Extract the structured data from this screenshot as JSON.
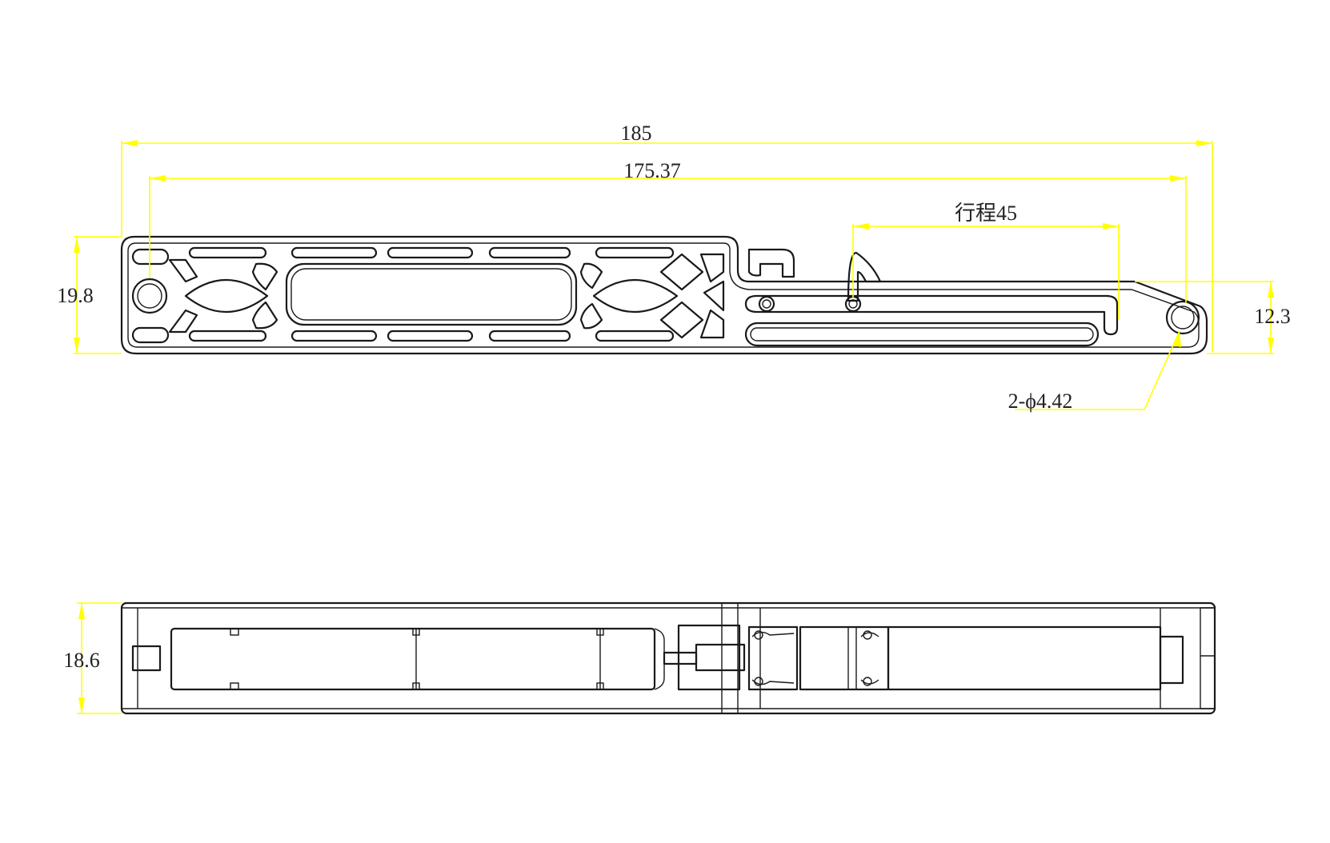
{
  "top_view": {
    "dimensions": {
      "overall_length": "185",
      "hole_center_distance": "175.37",
      "stroke": "行程45",
      "height": "19.8",
      "end_height": "12.3",
      "holes": "2-ϕ4.42"
    }
  },
  "side_view": {
    "dimensions": {
      "thickness": "18.6"
    }
  },
  "colors": {
    "dimension_lines": "#ffff00",
    "outline": "#1a1a1a",
    "text": "#222222",
    "background": "#ffffff"
  }
}
